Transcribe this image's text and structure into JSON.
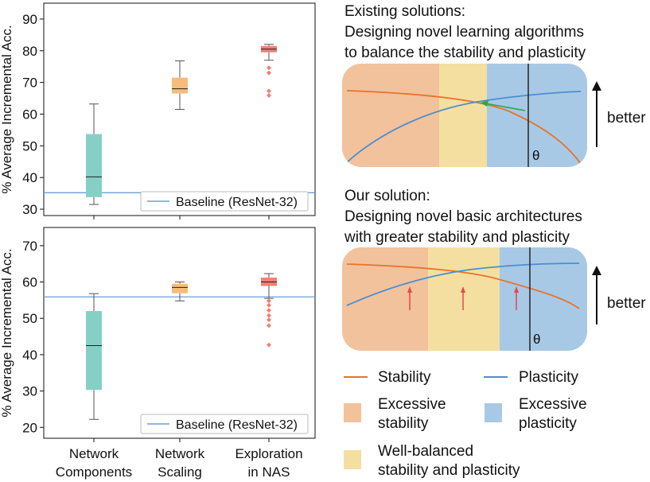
{
  "chart_data": [
    {
      "type": "box",
      "ylabel": "% Average Incremental Acc.",
      "ylim": [
        28,
        95
      ],
      "yticks": [
        30,
        40,
        50,
        60,
        70,
        80,
        90
      ],
      "baseline": {
        "label": "Baseline (ResNet-32)",
        "value": 35.2
      },
      "legend_position": "bottom-right",
      "categories": [
        "Network Components",
        "Network Scaling",
        "Exploration in NAS"
      ],
      "boxes": [
        {
          "category": "Network Components",
          "min": 31.5,
          "q1": 33.8,
          "median": 40.2,
          "q3": 53.7,
          "max": 63.2,
          "outliers": [],
          "color": "#84d0c6"
        },
        {
          "category": "Network Scaling",
          "min": 61.5,
          "q1": 66.5,
          "median": 68.0,
          "q3": 71.5,
          "max": 76.8,
          "outliers": [],
          "color": "#f7bc7c"
        },
        {
          "category": "Exploration in NAS",
          "min": 77.0,
          "q1": 79.5,
          "median": 80.5,
          "q3": 81.5,
          "max": 82.0,
          "outliers": [
            74.6,
            73.0,
            67.3,
            65.9
          ],
          "color": "#f08074"
        }
      ]
    },
    {
      "type": "box",
      "ylabel": "% Average Incremental Acc.",
      "ylim": [
        17,
        75
      ],
      "yticks": [
        20,
        30,
        40,
        50,
        60,
        70
      ],
      "baseline": {
        "label": "Baseline (ResNet-32)",
        "value": 55.9
      },
      "legend_position": "bottom-right",
      "categories": [
        "Network Components",
        "Network Scaling",
        "Exploration in NAS"
      ],
      "xtick_labels": [
        [
          "Network",
          "Components"
        ],
        [
          "Network",
          "Scaling"
        ],
        [
          "Exploration",
          "in NAS"
        ]
      ],
      "boxes": [
        {
          "category": "Network Components",
          "min": 22.2,
          "q1": 30.3,
          "median": 42.5,
          "q3": 52.0,
          "max": 56.8,
          "outliers": [],
          "color": "#84d0c6"
        },
        {
          "category": "Network Scaling",
          "min": 54.8,
          "q1": 56.9,
          "median": 58.5,
          "q3": 59.5,
          "max": 60.0,
          "outliers": [],
          "color": "#f7bc7c"
        },
        {
          "category": "Exploration in NAS",
          "min": 55.5,
          "q1": 58.9,
          "median": 60.0,
          "q3": 61.2,
          "max": 62.3,
          "outliers": [
            54.8,
            53.6,
            52.2,
            50.8,
            49.6,
            48.0,
            42.7
          ],
          "color": "#f08074"
        }
      ]
    }
  ],
  "diagrams": {
    "existing": {
      "title_lines": [
        "Existing solutions:",
        "Designing novel learning algorithms",
        "to balance the stability and plasticity"
      ],
      "theta": "θ",
      "better": "better"
    },
    "ours": {
      "title_lines": [
        "Our solution:",
        "Designing novel basic architectures",
        "with greater stability and plasticity"
      ],
      "theta": "θ",
      "better": "better"
    }
  },
  "legend": {
    "stability": "Stability",
    "plasticity": "Plasticity",
    "excessive_stability": [
      "Excessive",
      "stability"
    ],
    "excessive_plasticity": [
      "Excessive",
      "plasticity"
    ],
    "well_balanced": [
      "Well-balanced",
      "stability and plasticity"
    ]
  },
  "colors": {
    "stability_line": "#e8732a",
    "plasticity_line": "#4a8fd0",
    "excessive_stability": "#f2c29c",
    "well_balanced": "#f4dfa0",
    "excessive_plasticity": "#a8c9e6",
    "baseline": "#6a9fd6",
    "arrow_green": "#2aa84a",
    "arrow_red": "#e8474a"
  }
}
